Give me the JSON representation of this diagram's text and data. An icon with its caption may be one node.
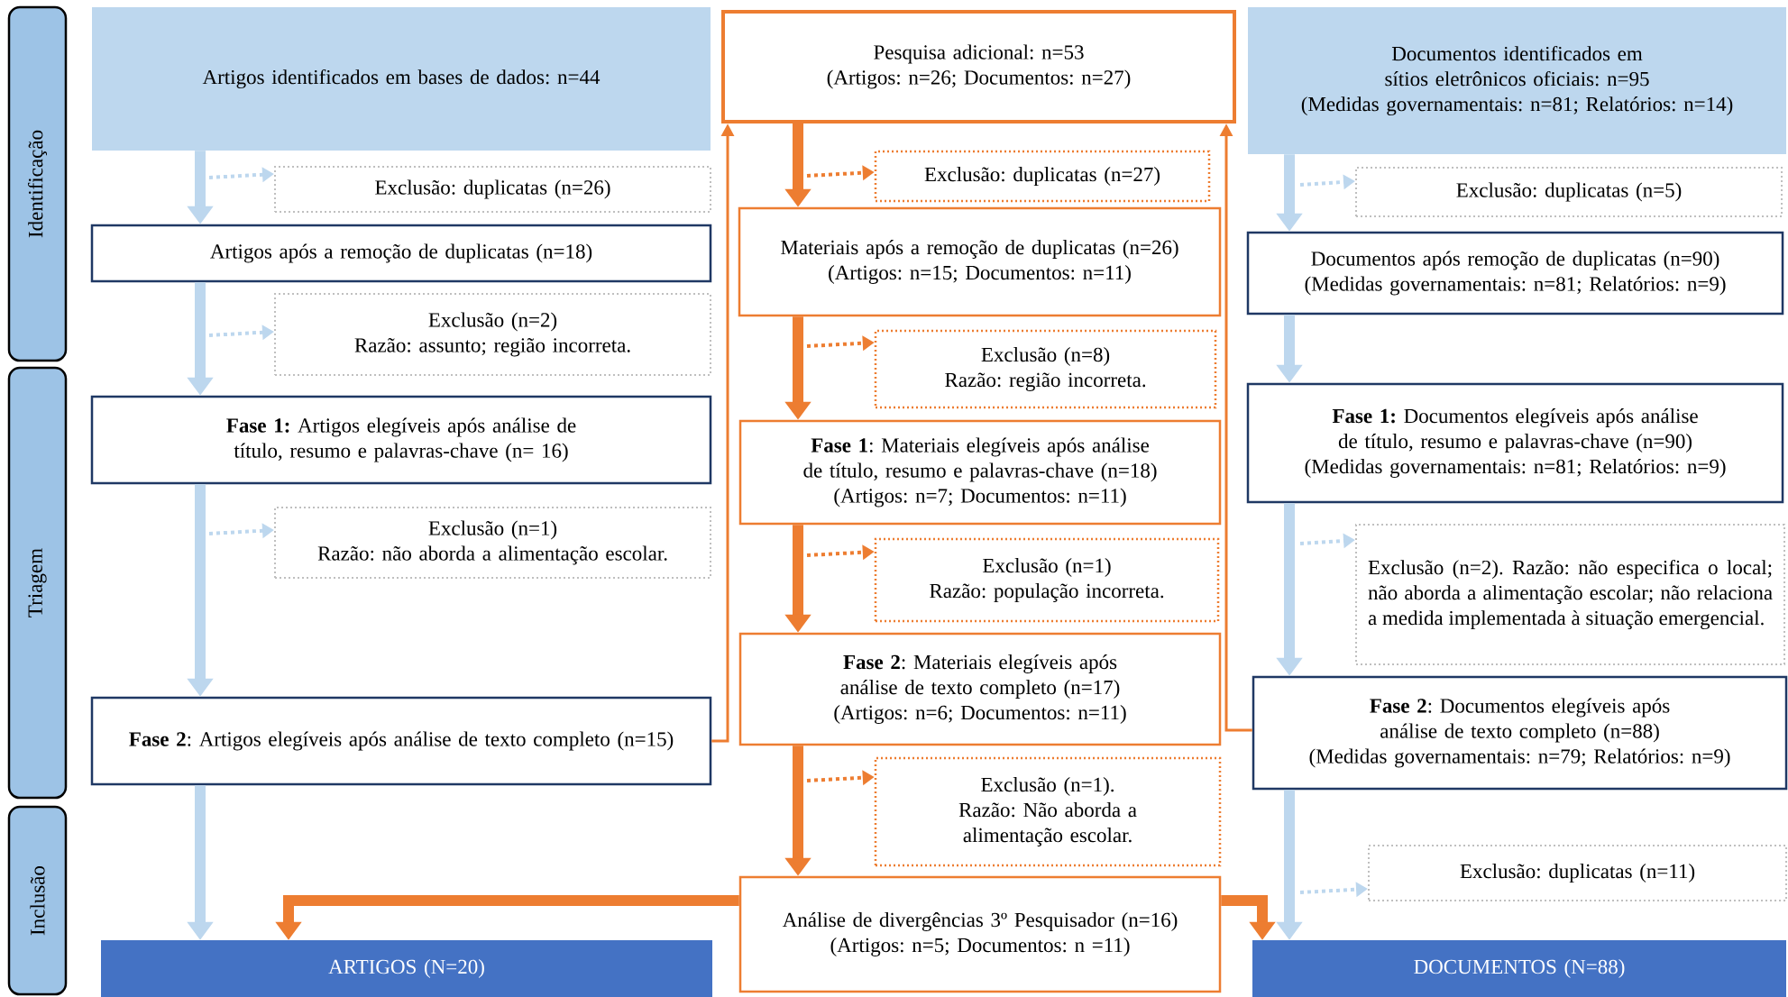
{
  "diagram": {
    "nodes": [
      {
        "text": [
          "Identificação"
        ]
      },
      {
        "text": [
          "Triagem"
        ]
      },
      {
        "text": [
          "Inclusão"
        ]
      },
      {
        "text": [
          "Artigos identificados em bases de dados: n=44"
        ]
      },
      {
        "text": [
          "Exclusão: duplicatas (n=26)"
        ]
      },
      {
        "text": [
          "Artigos após a remoção de duplicatas (n=18)"
        ]
      },
      {
        "text": [
          "Exclusão (n=2)",
          "Razão: assunto; região incorreta."
        ]
      },
      {
        "text": [
          "**Fase 1:** Artigos elegíveis após análise de título, resumo e palavras-chave (n= 16)"
        ]
      },
      {
        "text": [
          "Exclusão (n=1)",
          "Razão: não aborda a alimentação escolar."
        ]
      },
      {
        "text": [
          "**Fase 2**: Artigos elegíveis após análise de texto completo (n=15)"
        ]
      },
      {
        "text": [
          "ARTIGOS (N=20)"
        ]
      },
      {
        "text": [
          "Pesquisa adicional: n=53",
          "(Artigos: n=26; Documentos: n=27)"
        ]
      },
      {
        "text": [
          "Exclusão: duplicatas (n=27)"
        ]
      },
      {
        "text": [
          "Materiais após a remoção de duplicatas (n=26)",
          "(Artigos: n=15; Documentos: n=11)"
        ]
      },
      {
        "text": [
          "Exclusão (n=8)",
          "Razão: região incorreta."
        ]
      },
      {
        "text": [
          "**Fase 1**: Materiais elegíveis após análise de título, resumo e palavras-chave (n=18)",
          "(Artigos: n=7; Documentos: n=11)"
        ]
      },
      {
        "text": [
          "Exclusão (n=1)",
          "Razão: população incorreta."
        ]
      },
      {
        "text": [
          "**Fase 2**: Materiais elegíveis após análise de texto completo (n=17)",
          "(Artigos: n=6; Documentos: n=11)"
        ]
      },
      {
        "text": [
          "Exclusão (n=1).",
          "Razão: Não aborda a alimentação escolar."
        ]
      },
      {
        "text": [
          "Análise de divergências 3º Pesquisador (n=16)",
          "(Artigos: n=5; Documentos: n =11)"
        ]
      },
      {
        "text": [
          "Documentos identificados em sítios eletrônicos oficiais: n=95",
          "(Medidas governamentais: n=81; Relatórios: n=14)"
        ]
      },
      {
        "text": [
          "Exclusão: duplicatas (n=5)"
        ]
      },
      {
        "text": [
          "Documentos após remoção de duplicatas (n=90)",
          "(Medidas governamentais: n=81; Relatórios: n=9)"
        ]
      },
      {
        "text": [
          "**Fase 1:** Documentos elegíveis após análise de título, resumo e palavras-chave (n=90)",
          "(Medidas governamentais: n=81; Relatórios: n=9)"
        ]
      },
      {
        "text": [
          "Exclusão (n=2). Razão: não especifica o local; não aborda a alimentação escolar; não relaciona a medida implementada à situação emergencial."
        ]
      },
      {
        "text": [
          "**Fase 2**: Documentos elegíveis após análise de texto completo (n=88)",
          "(Medidas governamentais: n=79; Relatórios: n=9)"
        ]
      },
      {
        "text": [
          "Exclusão: duplicatas (n=11)"
        ]
      },
      {
        "text": [
          "DOCUMENTOS (N=88)"
        ]
      }
    ],
    "edges": [
      {
        "from": 3,
        "to": 5,
        "arrow": "to"
      },
      {
        "from": null,
        "to": 4,
        "arrow": "to",
        "style": "dashed"
      },
      {
        "from": 5,
        "to": 7,
        "arrow": "to"
      },
      {
        "from": null,
        "to": 6,
        "arrow": "to",
        "style": "dashed"
      },
      {
        "from": 7,
        "to": 9,
        "arrow": "to"
      },
      {
        "from": null,
        "to": 8,
        "arrow": "to",
        "style": "dashed"
      },
      {
        "from": 9,
        "to": 10,
        "arrow": "to"
      },
      {
        "from": 11,
        "to": 13,
        "arrow": "to",
        "color": "#ed7d31"
      },
      {
        "from": null,
        "to": 12,
        "arrow": "to",
        "style": "dashed",
        "color": "#ed7d31"
      },
      {
        "from": 13,
        "to": 15,
        "arrow": "to",
        "color": "#ed7d31"
      },
      {
        "from": null,
        "to": 14,
        "arrow": "to",
        "style": "dashed",
        "color": "#ed7d31"
      },
      {
        "from": 15,
        "to": 17,
        "arrow": "to",
        "color": "#ed7d31"
      },
      {
        "from": null,
        "to": 16,
        "arrow": "to",
        "style": "dashed",
        "color": "#ed7d31"
      },
      {
        "from": 17,
        "to": 19,
        "arrow": "to",
        "color": "#ed7d31"
      },
      {
        "from": null,
        "to": 18,
        "arrow": "to",
        "style": "dashed",
        "color": "#ed7d31"
      },
      {
        "from": 9,
        "to": 11,
        "arrow": "to",
        "color": "#ed7d31"
      },
      {
        "from": 25,
        "to": 11,
        "arrow": "to",
        "color": "#ed7d31"
      },
      {
        "from": 19,
        "to": 10,
        "arrow": "to",
        "color": "#ed7d31"
      },
      {
        "from": 19,
        "to": 27,
        "arrow": "to",
        "color": "#ed7d31"
      },
      {
        "from": 20,
        "to": 22,
        "arrow": "to"
      },
      {
        "from": null,
        "to": 21,
        "arrow": "to",
        "style": "dashed"
      },
      {
        "from": 22,
        "to": 23,
        "arrow": "to"
      },
      {
        "from": 23,
        "to": 25,
        "arrow": "to"
      },
      {
        "from": null,
        "to": 24,
        "arrow": "to",
        "style": "dashed"
      },
      {
        "from": 25,
        "to": 27,
        "arrow": "to"
      },
      {
        "from": null,
        "to": 26,
        "arrow": "to",
        "style": "dashed"
      }
    ]
  }
}
